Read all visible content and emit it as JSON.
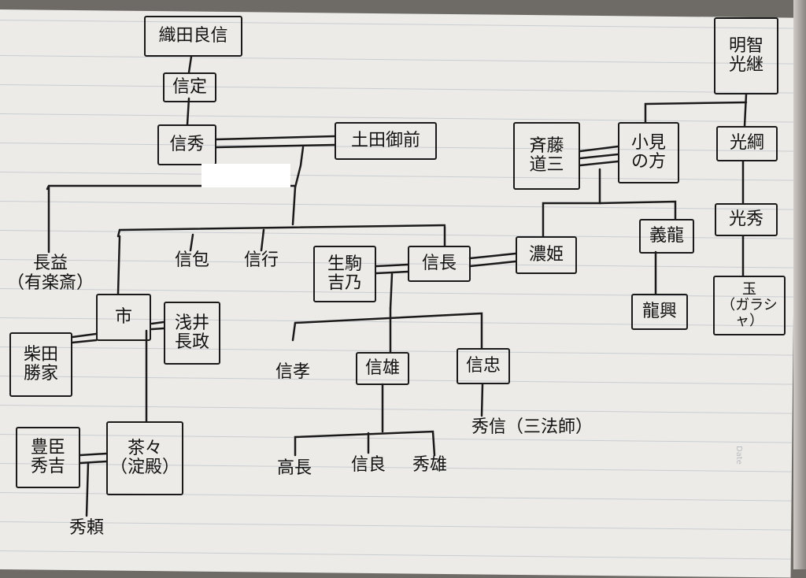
{
  "diagram": {
    "nodes": {
      "oda_yoshinobu": "織田良信",
      "nobusada": "信定",
      "nobuhide": "信秀",
      "dota_gozen": "土田御前",
      "saito_dosan": "斉藤\n道三",
      "omi_no_kata": "小見\nの方",
      "akechi_mitsutsugu": "明智\n光継",
      "mitsutsuna": "光綱",
      "mitsuhide": "光秀",
      "tama": "玉\n（ガラシャ）",
      "yoshitatsu": "義龍",
      "tatsuoki": "龍興",
      "nohime": "濃姫",
      "nobunaga": "信長",
      "ikoma_kitsuno": "生駒\n吉乃",
      "nagamasu": "長益\n（有楽斎）",
      "nobukane": "信包",
      "nobuyuki": "信行",
      "ichi": "市",
      "azai_nagamasa": "浅井\n長政",
      "shibata_katsuie": "柴田\n勝家",
      "toyotomi_hideyoshi": "豊臣\n秀吉",
      "chacha": "茶々\n（淀殿）",
      "hideyori": "秀頼",
      "nobutaka": "信孝",
      "nobukatsu": "信雄",
      "nobutada": "信忠",
      "hidenobu": "秀信（三法師）",
      "takanaga": "高長",
      "nobuyoshi": "信良",
      "hidekatsu": "秀雄"
    },
    "page_label": "Date"
  }
}
